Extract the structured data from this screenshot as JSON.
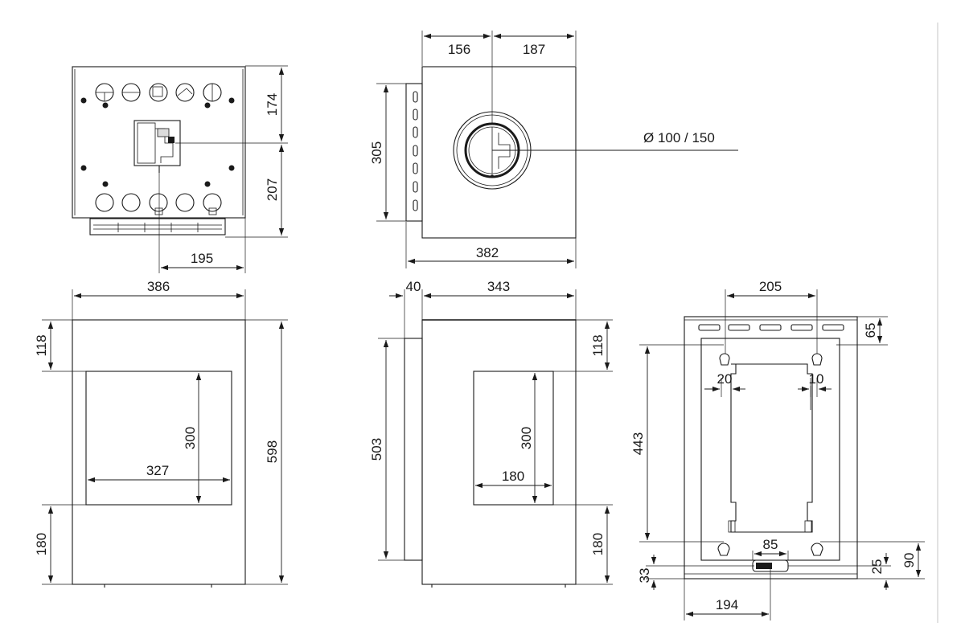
{
  "dimensions": {
    "top_view": {
      "upper_height": "174",
      "lower_height": "207",
      "offset_width": "195"
    },
    "side_top_view": {
      "left_part": "156",
      "right_part": "187",
      "height": "305",
      "total_width": "382",
      "flue_diameter": "Ø 100 / 150"
    },
    "front_view": {
      "width": "386",
      "top_margin": "118",
      "window_height": "300",
      "window_width": "327",
      "total_height": "598",
      "bottom_margin": "180"
    },
    "side_view": {
      "back_spacer": "40",
      "depth": "343",
      "height_503": "503",
      "top_margin": "118",
      "window_height": "300",
      "window_width": "180",
      "bottom_margin": "180"
    },
    "back_view": {
      "slot_spacing": "205",
      "top_offset": "65",
      "slot_left": "20",
      "slot_right": "10",
      "hanger_span": "443",
      "tray_width": "85",
      "d90": "90",
      "d25": "25",
      "d33": "33",
      "offset_194": "194"
    }
  }
}
